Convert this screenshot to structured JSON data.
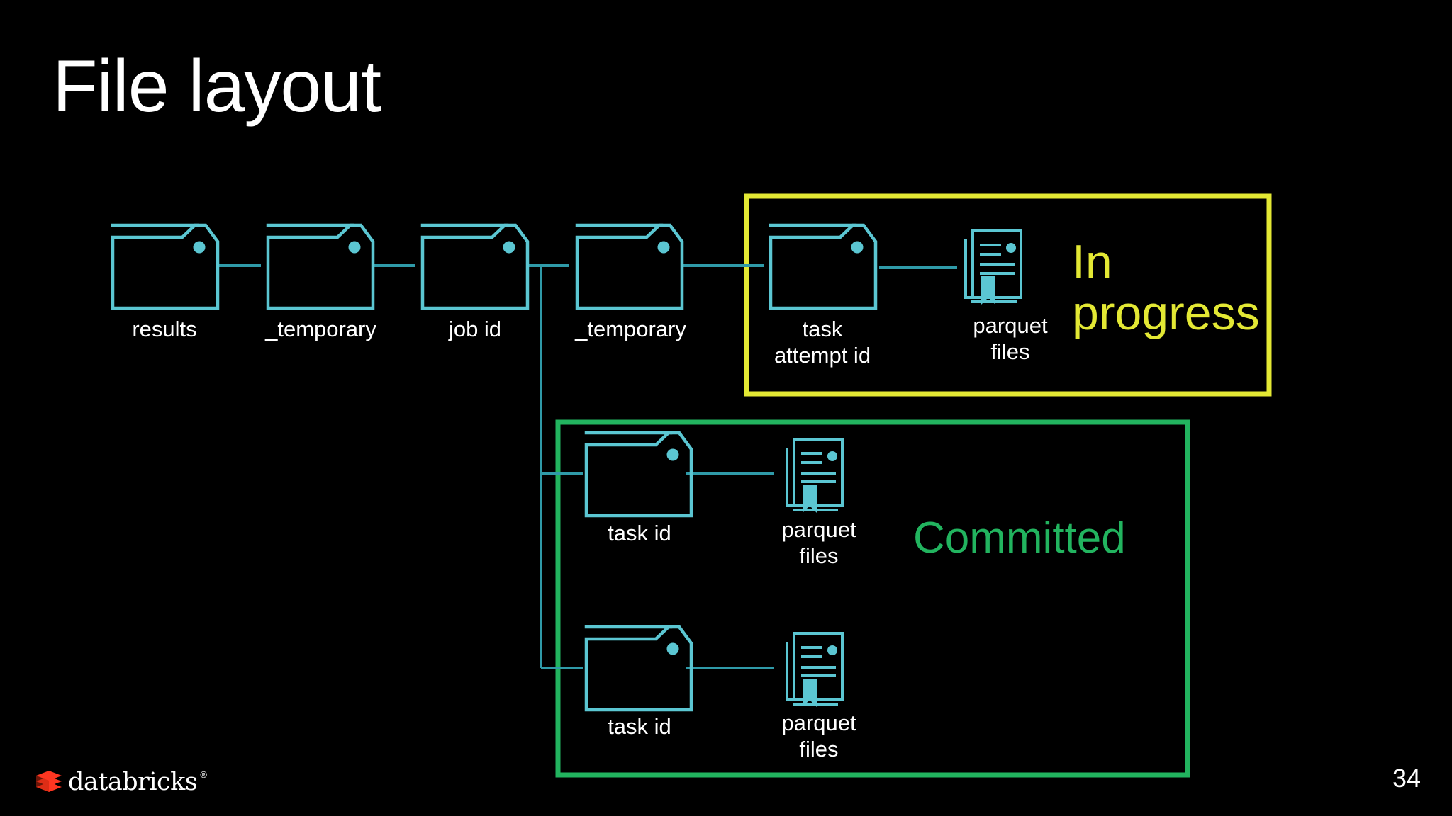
{
  "slide": {
    "title": "File layout",
    "page_number": "34",
    "background_color": "#000000"
  },
  "colors": {
    "accent_cyan": "#5bc6d2",
    "in_progress_yellow": "#e3e834",
    "committed_green": "#22b45f",
    "text_white": "#ffffff",
    "logo_red": "#ff3621"
  },
  "diagram": {
    "type": "file-tree",
    "path_chain": [
      {
        "id": "results",
        "icon": "folder-icon",
        "label": "results"
      },
      {
        "id": "temporary1",
        "icon": "folder-icon",
        "label": "_temporary"
      },
      {
        "id": "jobid",
        "icon": "folder-icon",
        "label": "job id"
      },
      {
        "id": "temporary2",
        "icon": "folder-icon",
        "label": "_temporary"
      }
    ],
    "branches": [
      {
        "id": "branch-in-progress",
        "state": "in-progress",
        "region_label": "In\nprogress",
        "region_color": "#e3e834",
        "nodes": [
          {
            "id": "task-attempt-id",
            "icon": "folder-icon",
            "label": "task\nattempt id"
          },
          {
            "id": "parquet-files-0",
            "icon": "parquet-file-icon",
            "label": "parquet\nfiles"
          }
        ]
      },
      {
        "id": "branch-committed",
        "state": "committed",
        "region_label": "Committed",
        "region_color": "#22b45f",
        "rows": [
          {
            "id": "committed-row-1",
            "nodes": [
              {
                "id": "task-id-1",
                "icon": "folder-icon",
                "label": "task id"
              },
              {
                "id": "parquet-files-1",
                "icon": "parquet-file-icon",
                "label": "parquet\nfiles"
              }
            ]
          },
          {
            "id": "committed-row-2",
            "nodes": [
              {
                "id": "task-id-2",
                "icon": "folder-icon",
                "label": "task id"
              },
              {
                "id": "parquet-files-2",
                "icon": "parquet-file-icon",
                "label": "parquet\nfiles"
              }
            ]
          }
        ]
      }
    ]
  },
  "footer": {
    "logo_text": "databricks",
    "logo_trademark": "®",
    "logo_mark_name": "databricks-layers-logo"
  }
}
